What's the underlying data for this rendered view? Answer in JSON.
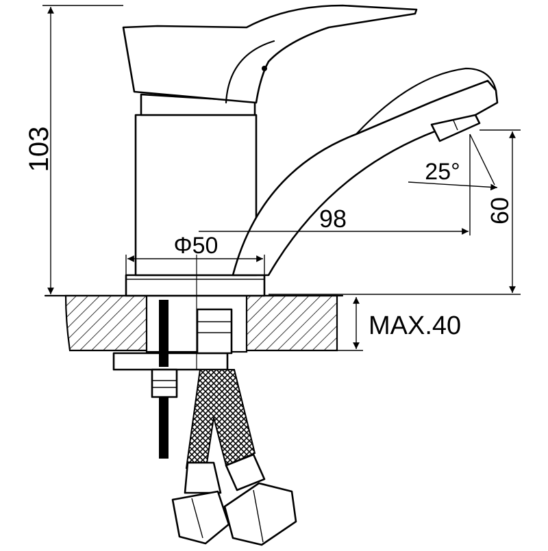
{
  "dimensions": {
    "height": "103",
    "base_diameter": "Φ50",
    "spout_reach": "98",
    "spout_angle": "25°",
    "spout_height": "60",
    "max_thickness": "MAX.40"
  },
  "colors": {
    "line": "#000000",
    "background": "#ffffff"
  }
}
